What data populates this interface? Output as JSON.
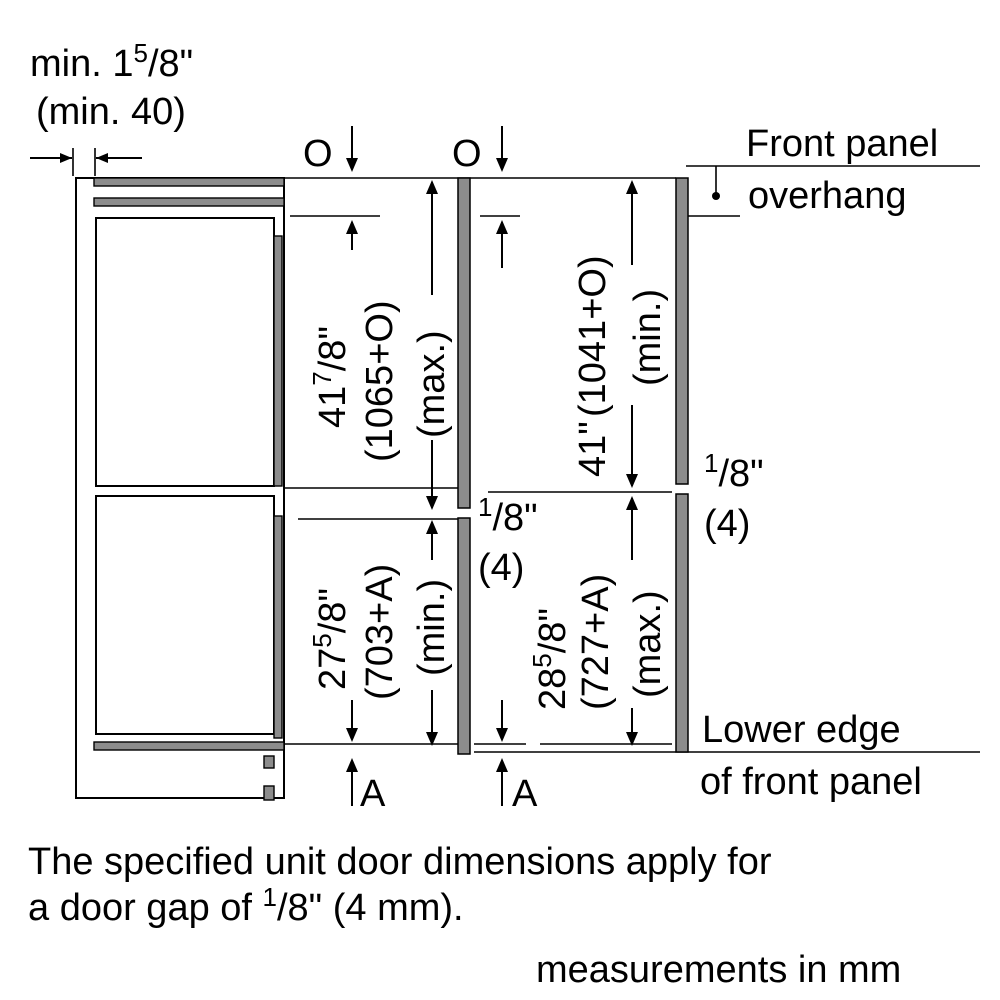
{
  "min_gap": {
    "prefix": "min. 1",
    "sup": "5",
    "suffix": "/8\"",
    "mm": "(min. 40)"
  },
  "markers": {
    "o": "O",
    "a": "A"
  },
  "front_panel_overhang": {
    "line1": "Front panel",
    "line2": "overhang"
  },
  "lower_edge": {
    "line1": "Lower edge",
    "line2": "of front panel"
  },
  "dim_upper_max": {
    "inch_whole": "41",
    "inch_sup": "7",
    "inch_rest": "/8\"",
    "mm": "(1065+O)",
    "note": "(max.)"
  },
  "dim_lower_min": {
    "inch_whole": "27",
    "inch_sup": "5",
    "inch_rest": "/8\"",
    "mm": "(703+A)",
    "note": "(min.)"
  },
  "dim_upper_min": {
    "inch": "41\"",
    "mm": "(1041+O)",
    "note": "(min.)"
  },
  "dim_lower_max": {
    "inch_whole": "28",
    "inch_sup": "5",
    "inch_rest": "/8\"",
    "mm": "(727+A)",
    "note": "(max.)"
  },
  "gap_mid": {
    "sup": "1",
    "rest": "/8\"",
    "mm": "(4)"
  },
  "gap_right": {
    "sup": "1",
    "rest": "/8\"",
    "mm": "(4)"
  },
  "caption": {
    "line1": "The specified unit door dimensions apply for",
    "line2_start": "a door gap of ",
    "line2_sup": "1",
    "line2_end": "/8\" (4 mm)."
  },
  "units_note": "measurements in mm"
}
